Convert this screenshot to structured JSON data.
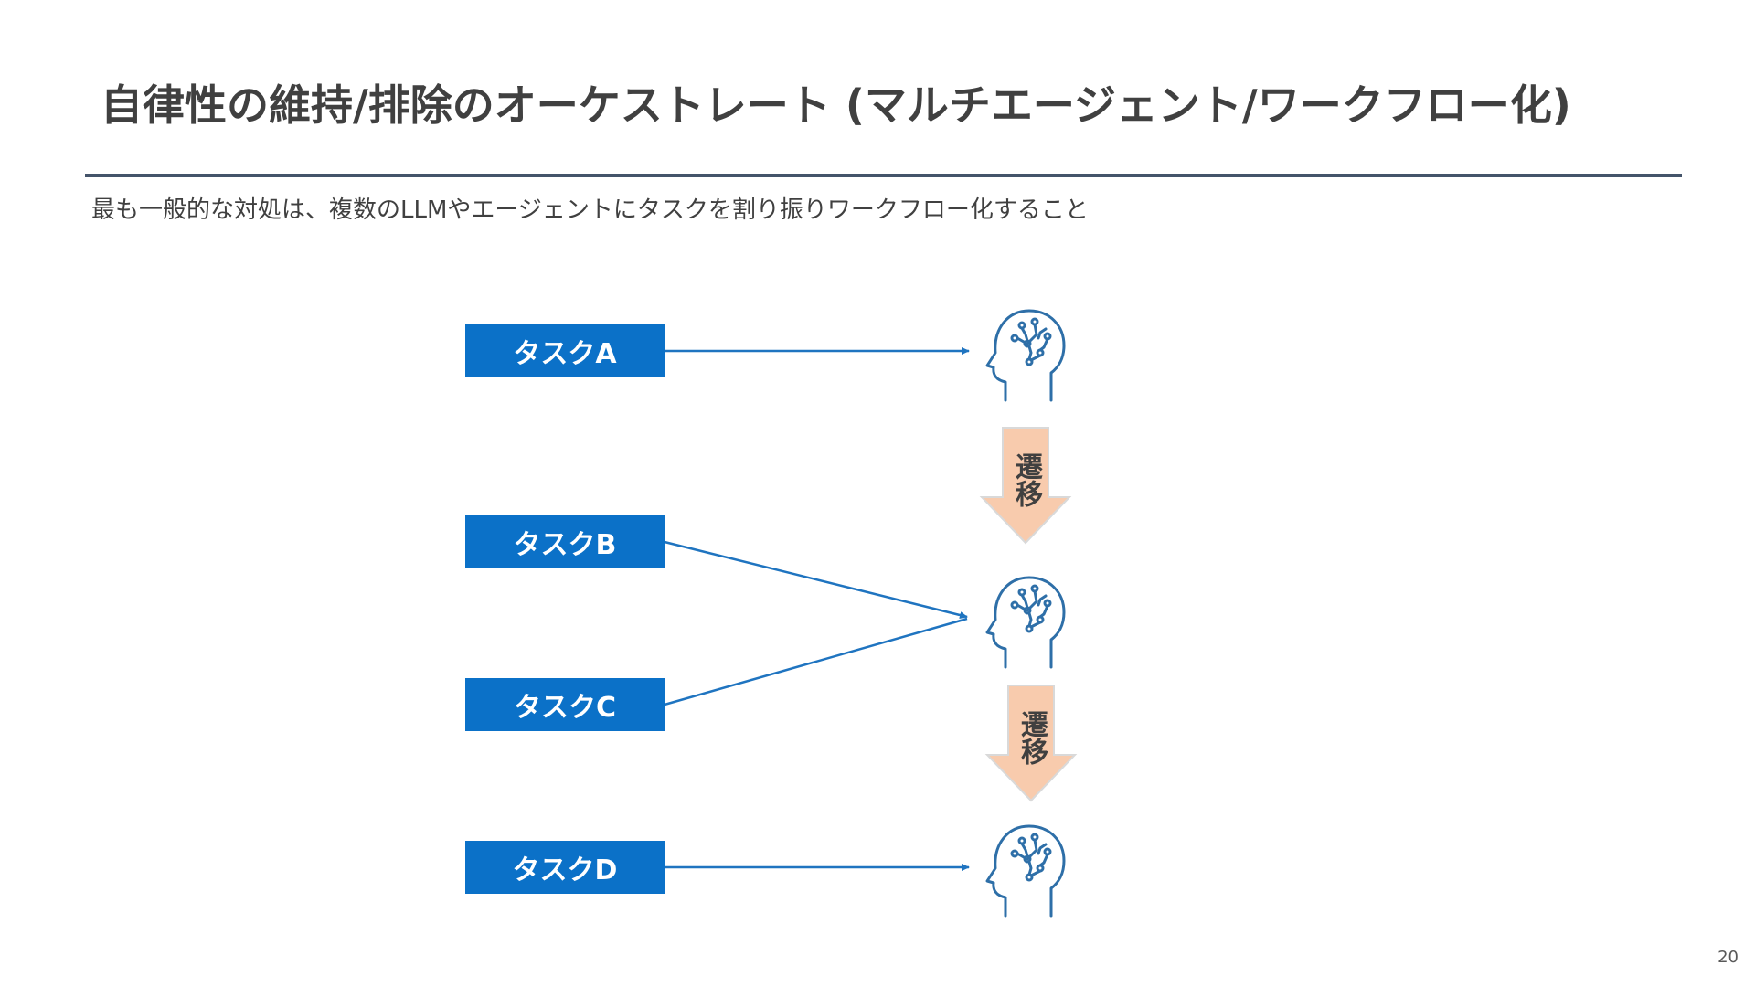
{
  "slide": {
    "title": "自律性の維持/排除のオーケストレート (マルチエージェント/ワークフロー化)",
    "subtitle": "最も一般的な対処は、複数のLLMやエージェントにタスクを割り振りワークフロー化すること",
    "page_number": "20"
  },
  "tasks": [
    {
      "label": "タスクA"
    },
    {
      "label": "タスクB"
    },
    {
      "label": "タスクC"
    },
    {
      "label": "タスクD"
    }
  ],
  "transitions": [
    {
      "label": "遷移"
    },
    {
      "label": "遷移"
    }
  ],
  "icons": {
    "agent": "ai-head-icon"
  },
  "colors": {
    "task_fill": "#0b71c8",
    "connector": "#1f74c0",
    "icon_stroke": "#2e6fa8",
    "transition_fill": "#f8cbad",
    "transition_stroke": "#d9d9d9",
    "rule": "#44546a"
  }
}
